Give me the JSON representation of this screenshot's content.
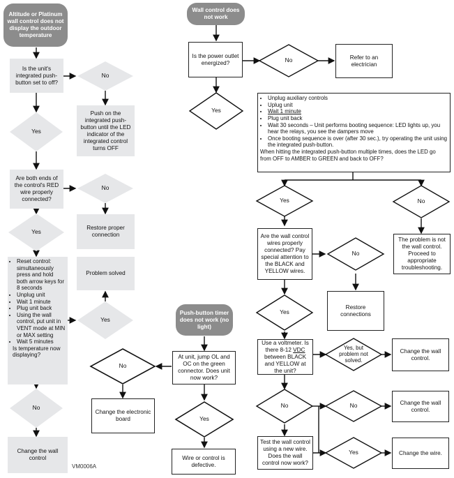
{
  "footer_code": "VM0006A",
  "col1": {
    "start": "Altitude or Platinum wall control does not display the outdoor temperature",
    "q1": "Is the unit's integrated push-button set to off?",
    "no1": "No",
    "push_on": "Push on the integrated push-button until the LED indicator of the integrated control turns OFF",
    "yes1": "Yes",
    "q2": "Are both ends of the control's RED wire properly connected?",
    "no2": "No",
    "restore": "Restore proper connection",
    "yes2": "Yes",
    "reset_items": [
      "Reset control: simultaneously press and hold both arrow keys for 8 seconds",
      "Unplug unit",
      "Wait 1 minute",
      "Plug unit back",
      "Using the wall control, put unit in VENT mode at MIN or MAX setting",
      "Wait 5 minutes"
    ],
    "reset_question": "Is temperature now displaying?",
    "yes3": "Yes",
    "solved": "Problem solved",
    "no3": "No",
    "change_wall": "Change the wall control"
  },
  "col2": {
    "start": "Wall control does not work",
    "q1": "Is the power outlet energized?",
    "no1": "No",
    "electrician": "Refer to an electrician",
    "yes1": "Yes",
    "steps": [
      "Unplug auxiliary controls",
      "Uplug unit",
      "Wait 1 minute",
      "Plug unit back",
      "Wait 30 seconds – Unit performs booting sequence: LED lights up, you hear the relays, you see the dampers move",
      "Once booting sequence is over (after 30 sec.), try operating the unit using the integrated push-button."
    ],
    "steps_question": "When hitting the integrated push-button multiple times, does the LED go from OFF to AMBER to GREEN and back to OFF?",
    "yes2": "Yes",
    "no2": "No",
    "not_wall": "The problem is not the wall control. Proceed to appropriate troubleshooting.",
    "q2": "Are the wall control wires properly connected? Pay special attention to the BLACK and YELLOW wires.",
    "no3": "No",
    "restore": "Restore connections",
    "yes3": "Yes",
    "q3_a": "Use a voltmeter. Is there 8-12 ",
    "q3_vdc": "VDC",
    "q3_b": " between BLACK and YELLOW at the unit?",
    "yes_but": "Yes, but problem not solved.",
    "change_wall1": "Change the wall control.",
    "no4": "No",
    "no5": "No",
    "change_wall2": "Change the wall control.",
    "q4": "Test the wall control using a new wire. Does the wall control now work?",
    "yes4": "Yes",
    "change_wire": "Change the wire."
  },
  "col3": {
    "start": "Push-button timer does not work (no light)",
    "q1": "At unit, jump OL and OC on the green connector. Does unit now work?",
    "no1": "No",
    "board": "Change the electronic board",
    "yes1": "Yes",
    "defective": "Wire or control is defective."
  }
}
